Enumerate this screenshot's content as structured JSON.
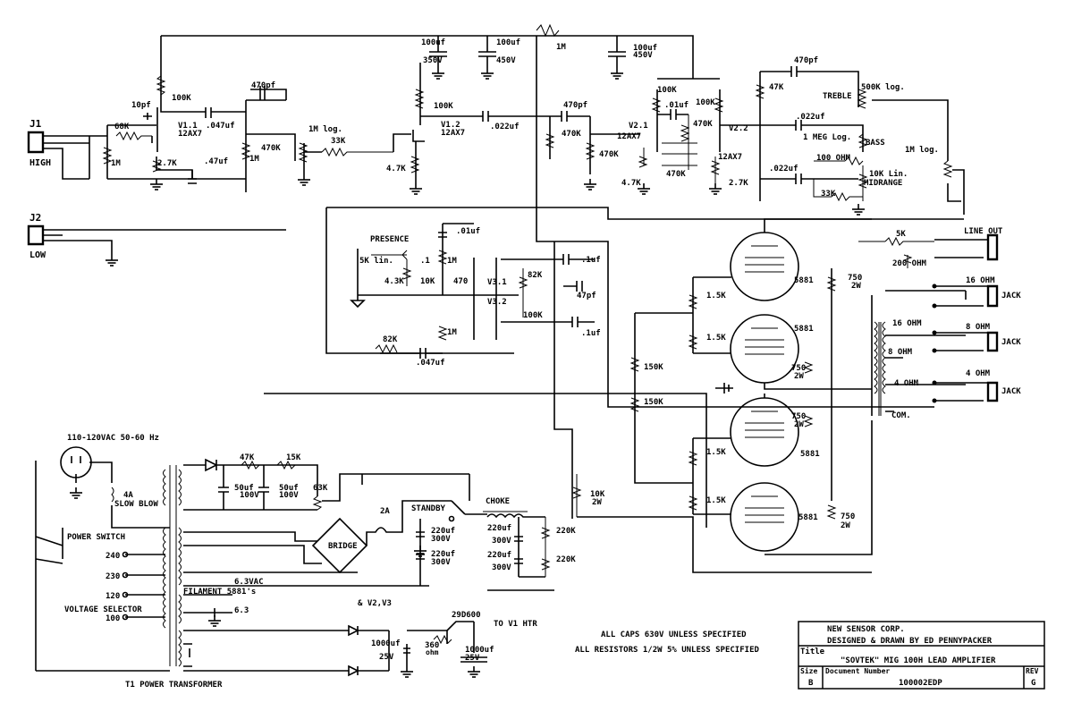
{
  "labels": {
    "j1": "J1",
    "high": "HIGH",
    "j2": "J2",
    "low": "LOW",
    "r68k": "68K",
    "r1m_in": "1M",
    "c10pf": "10pf",
    "r100k_a": "100K",
    "v1_1": "V1.1",
    "v1_1b": "12AX7",
    "c047a": ".047uf",
    "r27k": "2.7K",
    "c47uf": ".47uf",
    "r1m_b": "1M",
    "c470pf_a": "470pf",
    "r470k_a": "470K",
    "pot1m": "1M log.",
    "r33k_a": "33K",
    "r47k_a": "4.7K",
    "c100uf_a": "100uf",
    "v350": "350V",
    "c100uf_b": "100uf",
    "v450_a": "450V",
    "r1m_c": "1M",
    "c100uf_c": "100uf",
    "v450_b": "450V",
    "r100k_b": "100K",
    "v1_2": "V1.2",
    "v1_2b": "12AX7",
    "c022a": ".022uf",
    "c470pf_b": "470pf",
    "r470k_b": "470K",
    "r470k_c": "470K",
    "r100k_c": "100K",
    "c01uf_a": ".01uf",
    "r100k_d": "100K",
    "r470k_d": "470K",
    "v2_1": "V2.1",
    "v2_1b": "12AX7",
    "r470k_e": "470K",
    "r47k_b": "4.7K",
    "v2_2": "V2.2",
    "v2_2b": "12AX7",
    "r27k_b": "2.7K",
    "c470pf_c": "470pf",
    "r47k_c": "47K",
    "treble": "TREBLE",
    "pot500k": "500K log.",
    "c022b": ".022uf",
    "pot1meg": "1 MEG Log.",
    "bass": "BASS",
    "c022c": ".022uf",
    "r100ohm": "100 OHM",
    "pot10k": "10K Lin.",
    "midrange": "MIDRANGE",
    "r33k_b": "33K",
    "pot1mlog_b": "1M log.",
    "presence": "PRESENCE",
    "pot5k": "5K lin.",
    "c1": ".1",
    "r43k": "4.3K",
    "r10k": "10K",
    "r470": "470",
    "r1m_d": "1M",
    "r1m_e": "1M",
    "c01uf_b": ".01uf",
    "v3_1": "V3.1",
    "v3_2": "V3.2",
    "r82k_a": "82K",
    "r100k_e": "100K",
    "c1uf_a": ".1uf",
    "c47pf": "47pf",
    "c1uf_b": ".1uf",
    "r82k_b": "82K",
    "c047b": ".047uf",
    "r5k": "5K",
    "lineout": "LINE OUT",
    "r200ohm": "200 OHM",
    "ohm16": "16 OHM",
    "jack1": "JACK",
    "ohm16b": "16 OHM",
    "ohm8": "8 OHM",
    "jack2": "JACK",
    "ohm8b": "8 OHM",
    "ohm4": "4 OHM",
    "jack3": "JACK",
    "ohm4b": "4 OHM",
    "com": "COM.",
    "r15k_a": "1.5K",
    "r15k_b": "1.5K",
    "r15k_c": "1.5K",
    "r15k_d": "1.5K",
    "t5881_a": "5881",
    "t5881_b": "5881",
    "t5881_c": "5881",
    "t5881_d": "5881",
    "r750_a": "750",
    "w2_a": "2W",
    "r750_b": "750",
    "w2_b": "2W",
    "r750_c": "750",
    "w2_c": "2W",
    "r750_d": "750",
    "w2_d": "2W",
    "r150k_a": "150K",
    "r150k_b": "150K",
    "mains": "110-120VAC 50-60 Hz",
    "fuse": "4A",
    "slowblow": "SLOW BLOW",
    "powerswitch": "POWER SWITCH",
    "v240": "240",
    "v230": "230",
    "v120": "120",
    "v100": "100",
    "voltsel": "VOLTAGE SELECTOR",
    "filament": "FILAMENT 5881's",
    "v63": "6.3VAC",
    "v63b": "6.3",
    "v2v3": "& V2,V3",
    "r47k_d": "47K",
    "r15k_e": "15K",
    "c50uf_a": "50uf",
    "v100a": "100V",
    "c50uf_b": "50uf",
    "v100b": "100V",
    "r63k": "63K",
    "bridge": "BRIDGE",
    "fuse2a": "2A",
    "standby": "STANDBY",
    "choke": "CHOKE",
    "r10k2w": "10K",
    "w2e": "2W",
    "c220a": "220uf",
    "v300a": "300V",
    "c220b": "220uf",
    "v300b": "300V",
    "c220c": "220uf",
    "v300c": "300V",
    "c220d": "220uf",
    "v300d": "300V",
    "r220k_a": "220K",
    "r220k_b": "220K",
    "c1000a": "1000uf",
    "v25a": "25V",
    "r360": "360",
    "ohm": "ohm",
    "c1000b": "1000uf",
    "v25b": "25V",
    "q29d": "29D600",
    "tov1": "TO V1 HTR",
    "t1": "T1 POWER TRANSFORMER"
  },
  "notes": {
    "caps": "ALL CAPS 630V UNLESS SPECIFIED",
    "resistors": "ALL RESISTORS 1/2W 5% UNLESS SPECIFIED"
  },
  "title_block": {
    "company": "NEW SENSOR CORP.",
    "drawn_by": "DESIGNED & DRAWN BY ED PENNYPACKER",
    "title_label": "Title",
    "title": "\"SOVTEK\" MIG 100H LEAD AMPLIFIER",
    "size_label": "Size",
    "size": "B",
    "docnum_label": "Document Number",
    "docnum": "100002EDP",
    "rev_label": "REV",
    "rev": "G"
  }
}
